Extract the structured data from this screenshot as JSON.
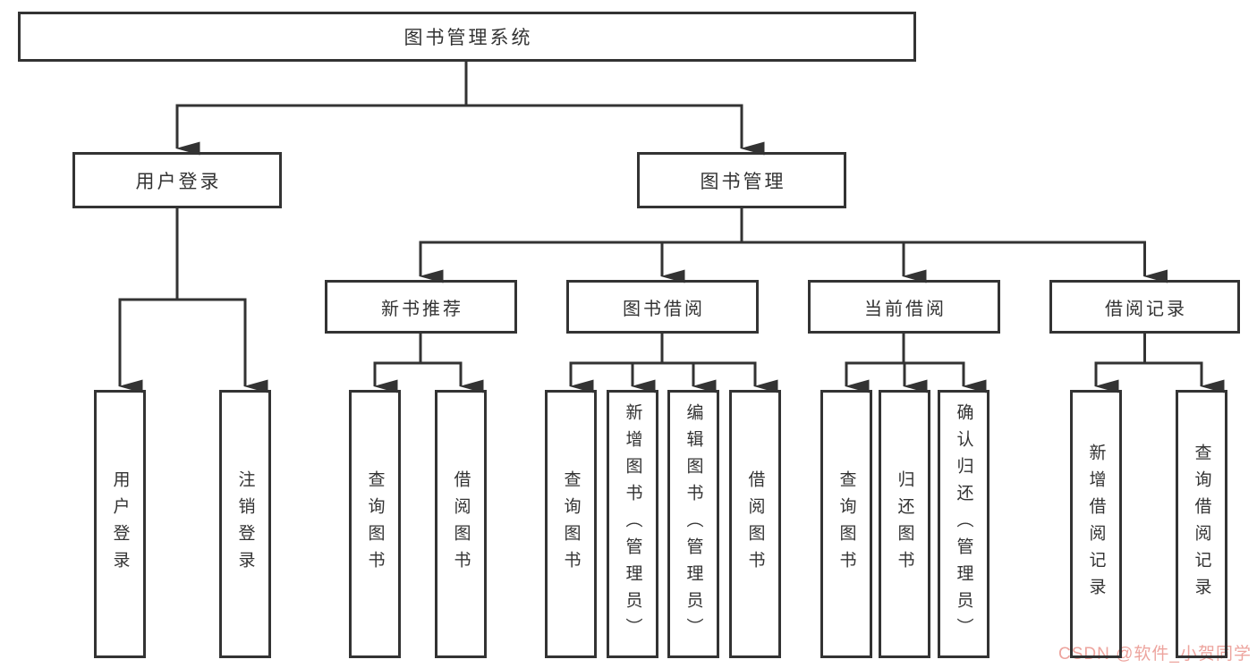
{
  "diagram": {
    "root": {
      "label": "图书管理系统"
    },
    "branches": [
      {
        "label": "用户登录",
        "children": [
          {
            "label": "用户登录"
          },
          {
            "label": "注销登录"
          }
        ]
      },
      {
        "label": "图书管理",
        "groups": [
          {
            "label": "新书推荐",
            "children": [
              {
                "label": "查询图书"
              },
              {
                "label": "借阅图书"
              }
            ]
          },
          {
            "label": "图书借阅",
            "children": [
              {
                "label": "查询图书"
              },
              {
                "label": "新增图书（管理员）"
              },
              {
                "label": "编辑图书（管理员）"
              },
              {
                "label": "借阅图书"
              }
            ]
          },
          {
            "label": "当前借阅",
            "children": [
              {
                "label": "查询图书"
              },
              {
                "label": "归还图书"
              },
              {
                "label": "确认归还（管理员）"
              }
            ]
          },
          {
            "label": "借阅记录",
            "children": [
              {
                "label": "新增借阅记录"
              },
              {
                "label": "查询借阅记录"
              }
            ]
          }
        ]
      }
    ]
  },
  "watermark": {
    "text": "CSDN @软件_小贺同学",
    "color": "#eda49e"
  },
  "colors": {
    "line": "#333333",
    "border": "#333333",
    "text": "#333333",
    "background": "#ffffff"
  }
}
